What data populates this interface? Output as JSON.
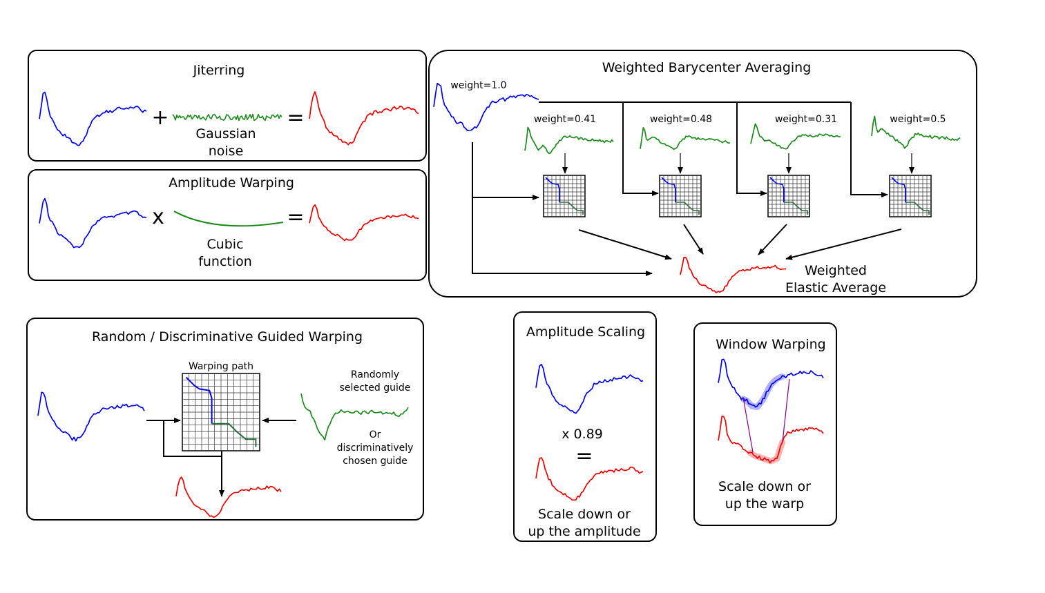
{
  "colors": {
    "original": "#0000ee",
    "guide": "#1a8a1a",
    "augmented": "#ee0000",
    "warp_link": "#800080"
  },
  "jittering": {
    "title": "Jiterring",
    "noise_label_line1": "Gaussian",
    "noise_label_line2": "noise",
    "plus": "+",
    "equals": "="
  },
  "amplitude_warping": {
    "title": "Amplitude Warping",
    "times": "x",
    "equals": "=",
    "func_label_line1": "Cubic",
    "func_label_line2": "function"
  },
  "wba": {
    "title": "Weighted Barycenter Averaging",
    "main_weight": "weight=1.0",
    "weights": [
      "weight=0.41",
      "weight=0.48",
      "weight=0.31",
      "weight=0.5"
    ],
    "result_line1": "Weighted",
    "result_line2": "Elastic Average"
  },
  "guided_warping": {
    "title": "Random / Discriminative Guided Warping",
    "path_label": "Warping path",
    "guide_line1": "Randomly",
    "guide_line2": "selected guide",
    "or_line1": "Or",
    "or_line2": "discriminatively",
    "or_line3": "chosen guide"
  },
  "amplitude_scaling": {
    "title": "Amplitude Scaling",
    "factor": "x 0.89",
    "equals": "=",
    "desc_line1": "Scale down or",
    "desc_line2": "up the amplitude"
  },
  "window_warping": {
    "title": "Window Warping",
    "desc_line1": "Scale down or",
    "desc_line2": "up the warp"
  }
}
